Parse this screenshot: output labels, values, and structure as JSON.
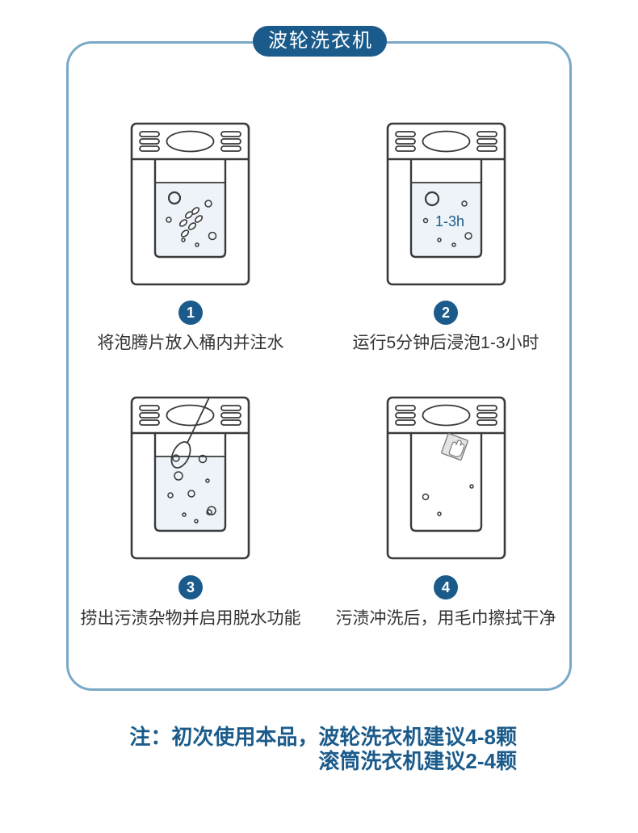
{
  "title": "波轮洗衣机",
  "steps": [
    {
      "number": "1",
      "text": "将泡腾片放入桶内并注水"
    },
    {
      "number": "2",
      "text": "运行5分钟后浸泡1-3小时",
      "tub_label": "1-3h"
    },
    {
      "number": "3",
      "text": "捞出污渍杂物并启用脱水功能"
    },
    {
      "number": "4",
      "text": "污渍冲洗后，用毛巾擦拭干净"
    }
  ],
  "note": {
    "line1": "注：初次使用本品，波轮洗衣机建议4-8颗",
    "line2": "滚筒洗衣机建议2-4颗"
  },
  "colors": {
    "accent": "#1b5b8b",
    "frame": "#7aa9c7",
    "text": "#333333",
    "outline": "#3a3a3a",
    "water": "#edf3f8"
  }
}
